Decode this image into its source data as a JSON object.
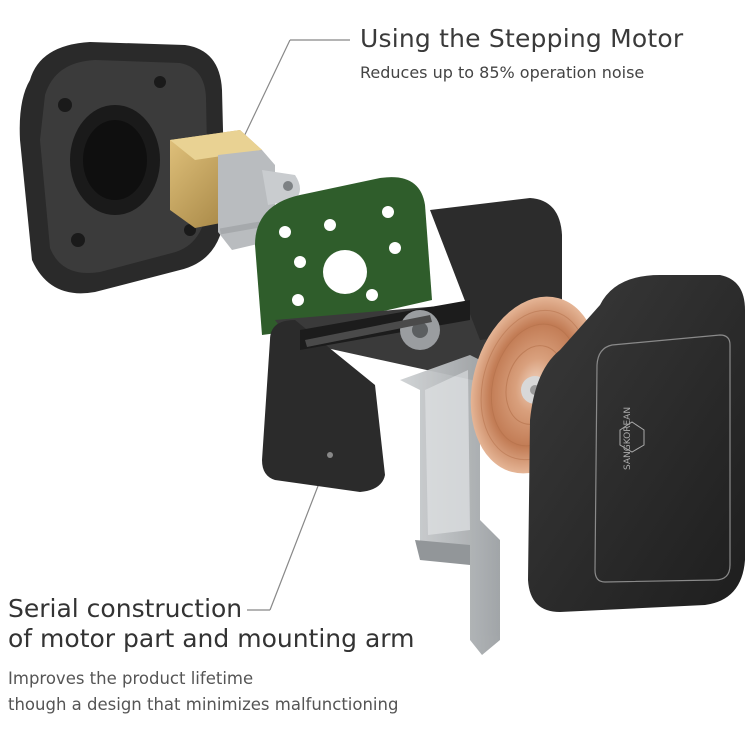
{
  "callouts": {
    "stepping_motor": {
      "title": "Using the Stepping Motor",
      "subtitle": "Reduces up to 85% operation noise"
    },
    "serial_construction": {
      "title_line1": "Serial construction",
      "title_line2": "of motor part and mounting arm",
      "subtitle_line1": "Improves the product lifetime",
      "subtitle_line2": "though a design that minimizes malfunctioning"
    }
  },
  "brand_text": "SANGKOREAN",
  "colors": {
    "housing": "#2b2b2b",
    "pcb": "#2e5a2a",
    "brass": "#c8a460",
    "copper": "#c98a63",
    "leader": "#888888"
  },
  "icons": [
    "stepper-motor-icon",
    "coil-icon",
    "gear-icon"
  ]
}
